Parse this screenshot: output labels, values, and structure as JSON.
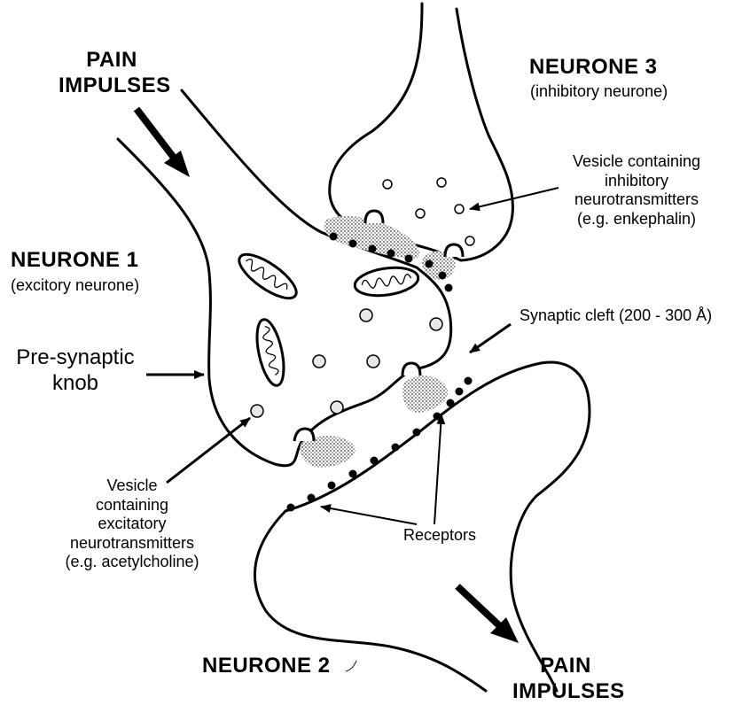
{
  "labels": {
    "pain_impulses_in_1": "PAIN",
    "pain_impulses_in_2": "IMPULSES",
    "neurone3_title": "NEURONE 3",
    "neurone3_sub": "(inhibitory neurone)",
    "vesicle_inhib_1": "Vesicle containing",
    "vesicle_inhib_2": "inhibitory",
    "vesicle_inhib_3": "neurotransmitters",
    "vesicle_inhib_4": "(e.g. enkephalin)",
    "neurone1_title": "NEURONE 1",
    "neurone1_sub": "(excitory neurone)",
    "presynaptic_1": "Pre-synaptic",
    "presynaptic_2": "knob",
    "synaptic_cleft": "Synaptic cleft (200 - 300 Å)",
    "vesicle_excit_1": "Vesicle",
    "vesicle_excit_2": "containing",
    "vesicle_excit_3": "excitatory",
    "vesicle_excit_4": "neurotransmitters",
    "vesicle_excit_5": "(e.g. acetylcholine)",
    "receptors": "Receptors",
    "neurone2_title": "NEURONE 2",
    "pain_impulses_out_1": "PAIN",
    "pain_impulses_out_2": "IMPULSES"
  },
  "colors": {
    "line": "#000000",
    "stipple": "#9a9a9a",
    "background": "#ffffff"
  }
}
